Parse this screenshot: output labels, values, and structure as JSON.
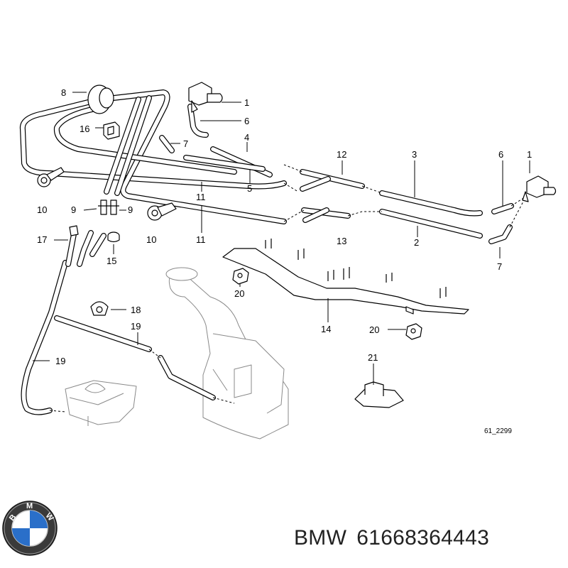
{
  "diagram": {
    "reference_code": "61_2299",
    "callouts": [
      "1",
      "6",
      "4",
      "7",
      "5",
      "12",
      "3",
      "6",
      "1",
      "2",
      "7",
      "8",
      "16",
      "10",
      "9",
      "9",
      "10",
      "11",
      "11",
      "13",
      "17",
      "15",
      "20",
      "14",
      "20",
      "18",
      "19",
      "19",
      "21"
    ]
  },
  "footer": {
    "brand": "BMW",
    "part_number": "61668364443",
    "logo_letters": "BMW"
  }
}
